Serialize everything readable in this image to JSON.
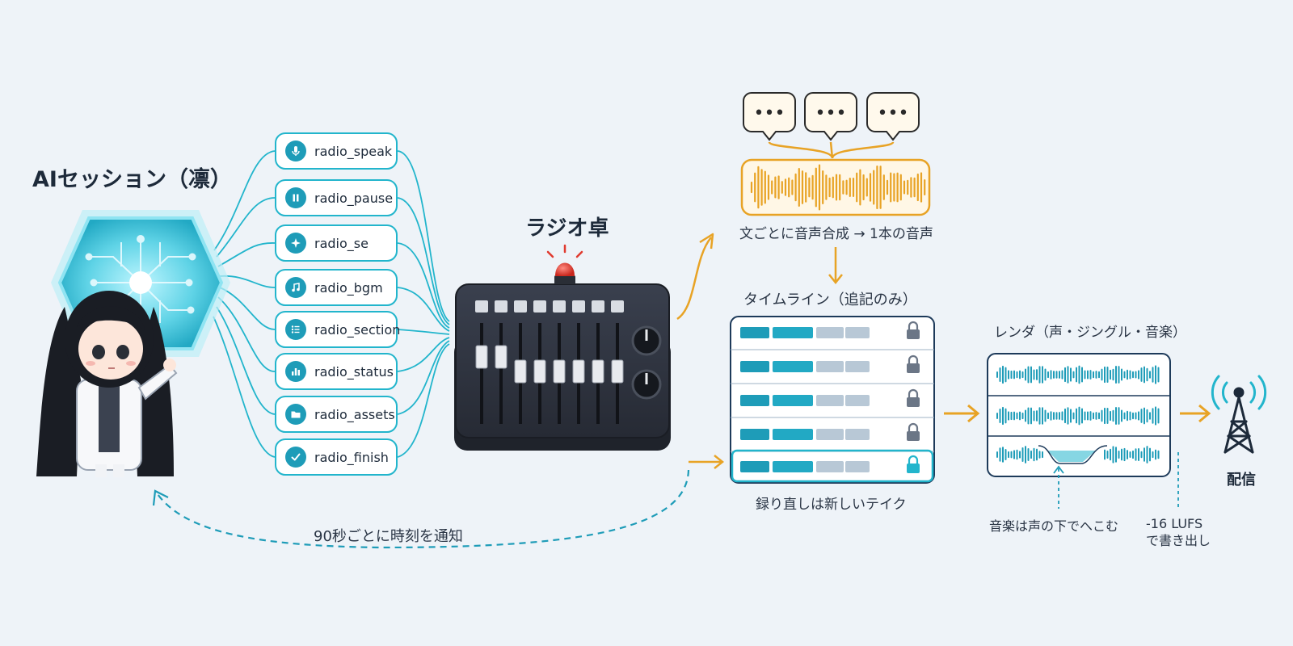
{
  "diagram": {
    "title_session": "AIセッション（凛）",
    "title_mixer": "ラジオ卓",
    "tools": [
      {
        "label": "radio_speak",
        "icon": "microphone-icon"
      },
      {
        "label": "radio_pause",
        "icon": "pause-icon"
      },
      {
        "label": "radio_se",
        "icon": "sparkle-icon"
      },
      {
        "label": "radio_bgm",
        "icon": "music-note-icon"
      },
      {
        "label": "radio_section",
        "icon": "list-icon"
      },
      {
        "label": "radio_status",
        "icon": "bar-chart-icon"
      },
      {
        "label": "radio_assets",
        "icon": "folder-icon"
      },
      {
        "label": "radio_finish",
        "icon": "check-icon"
      }
    ],
    "tts_label": "文ごとに音声合成 → 1本の音声",
    "timeline_label": "タイムライン（追記のみ）",
    "retake_label": "録り直しは新しいテイク",
    "render_label": "レンダ（声・ジングル・音楽）",
    "ducking_label": "音楽は声の下でへこむ",
    "lufs_label_line1": "-16 LUFS",
    "lufs_label_line2": "で書き出し",
    "deliver_label": "配信",
    "notify_label": "90秒ごとに時刻を通知",
    "speech_bubble_text": "•••",
    "colors": {
      "cyan": "#22b5cc",
      "teal": "#1e9cb8",
      "orange": "#e8a325",
      "navy": "#1d3a5a",
      "mixer": "#2e3340",
      "red": "#e03a2f"
    }
  }
}
